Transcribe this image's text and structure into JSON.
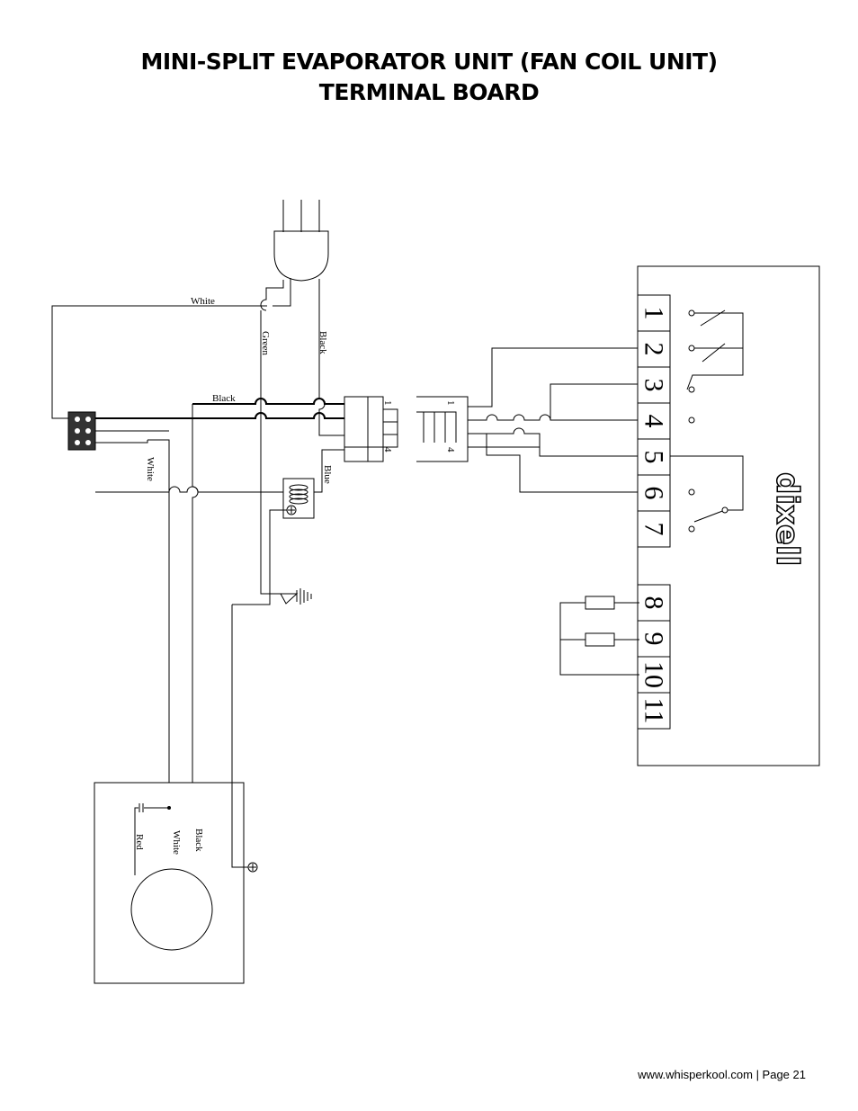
{
  "title": {
    "line1": "MINI-SPLIT EVAPORATOR UNIT (FAN COIL UNIT)",
    "line2": "TERMINAL BOARD"
  },
  "footer": "www.whisperkool.com | Page 21",
  "wire_labels": {
    "white_top": "White",
    "green": "Green",
    "black_vertical": "Black",
    "black_horizontal": "Black",
    "white_vertical": "White",
    "blue": "Blue",
    "motor_red": "Red",
    "motor_white": "White",
    "motor_black": "Black"
  },
  "connector_pins": {
    "left_first": "1",
    "left_last": "4",
    "right_first": "1",
    "right_last": "4"
  },
  "terminals": [
    "1",
    "2",
    "3",
    "4",
    "5",
    "6",
    "7",
    "8",
    "9",
    "10",
    "11"
  ],
  "brand_logo": "dixell"
}
